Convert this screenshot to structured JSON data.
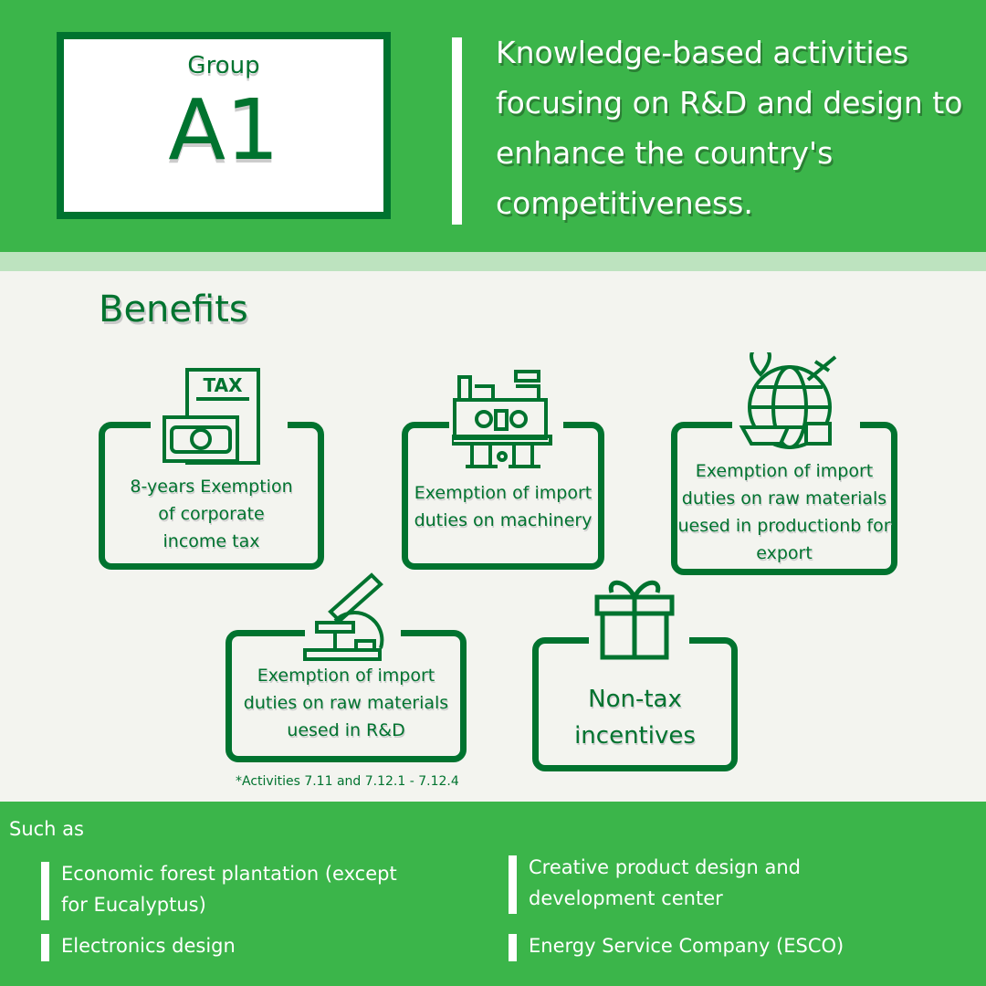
{
  "header": {
    "group_label": "Group",
    "group_code": "A1",
    "description": "Knowledge-based activities focusing on R&D and design to enhance the country's competitiveness."
  },
  "benefits": {
    "title": "Benefits",
    "items": [
      {
        "label": "8-years Exemption of corporate income tax",
        "icon": "tax-money-icon"
      },
      {
        "label": "Exemption of import duties on machinery",
        "icon": "machinery-icon"
      },
      {
        "label": "Exemption of import duties on raw materials uesed in productionb for export",
        "icon": "globe-export-icon"
      },
      {
        "label": "Exemption of import duties on raw materials uesed in R&D",
        "icon": "microscope-icon"
      },
      {
        "label": "Non-tax incentives",
        "icon": "gift-icon"
      }
    ],
    "footnote": "*Activities 7.11 and 7.12.1 - 7.12.4"
  },
  "examples": {
    "title": "Such as",
    "items": [
      "Economic forest plantation (except for Eucalyptus)",
      "Creative product design and development center",
      "Electronics design",
      "Energy Service Company (ESCO)"
    ]
  },
  "colors": {
    "primary": "#3bb54a",
    "dark": "#00732f",
    "band": "#bde3bf",
    "background": "#f3f4ef"
  }
}
